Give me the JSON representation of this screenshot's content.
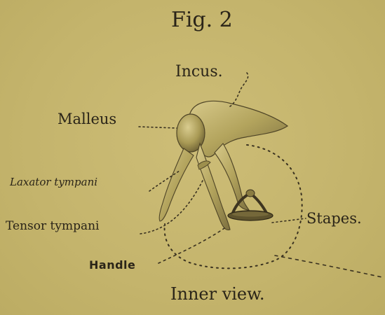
{
  "figure": {
    "title": "Fig. 2",
    "caption": "Inner view."
  },
  "labels": {
    "incus": "Incus.",
    "malleus": "Malleus",
    "laxator_tympani": "Laxator tympani",
    "tensor_tympani": "Tensor tympani",
    "stapes": "Stapes.",
    "handle": "Handle"
  },
  "colors": {
    "background": "#c8b86f",
    "ink": "#2a2418",
    "bone_fill": "#b6a862",
    "bone_shadow": "#6e6236"
  }
}
